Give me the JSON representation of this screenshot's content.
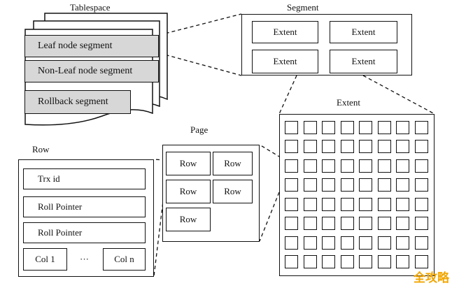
{
  "tablespace": {
    "title": "Tablespace",
    "segments": [
      "Leaf node segment",
      "Non-Leaf node segment",
      "Rollback segment"
    ]
  },
  "segment": {
    "title": "Segment",
    "extents": [
      "Extent",
      "Extent",
      "Extent",
      "Extent"
    ]
  },
  "extent": {
    "title": "Extent",
    "grid_rows": 8,
    "grid_cols": 8
  },
  "page": {
    "title": "Page",
    "rows": [
      "Row",
      "Row",
      "Row",
      "Row",
      "Row"
    ]
  },
  "row": {
    "title": "Row",
    "fields": [
      "Trx id",
      "Roll Pointer",
      "Roll Pointer"
    ],
    "col_first": "Col 1",
    "ellipsis": "···",
    "col_last": "Col n"
  },
  "watermark": "全攻略"
}
